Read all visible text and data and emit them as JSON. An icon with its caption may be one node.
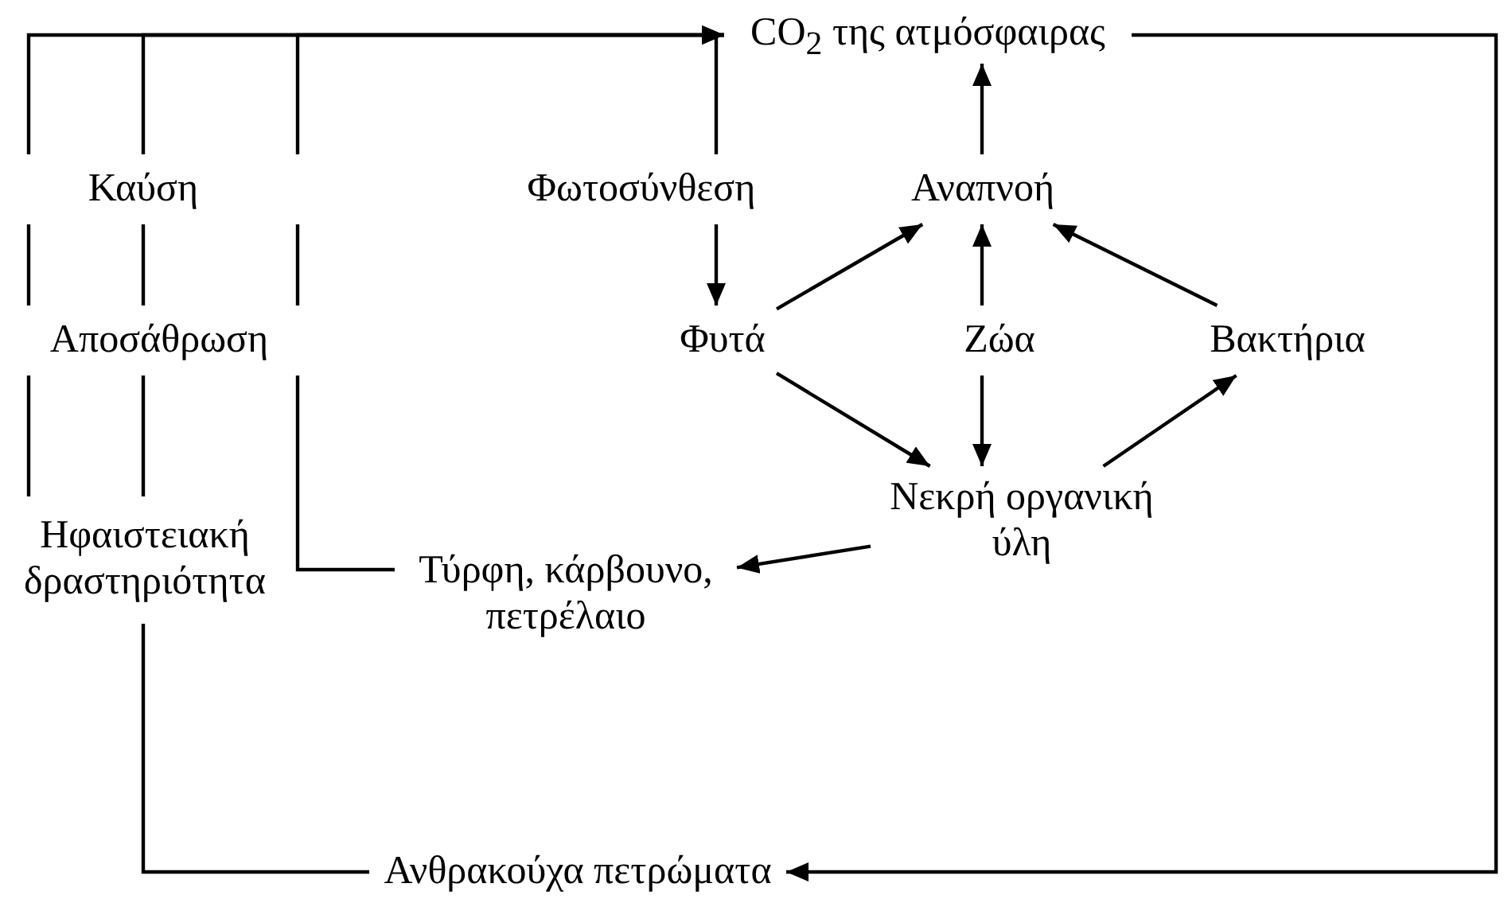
{
  "diagram": {
    "nodes": [
      {
        "text": [
          "CO$_{2}$ της ατμόσφαιρας"
        ]
      },
      {
        "text": [
          "Καύση"
        ]
      },
      {
        "text": [
          "Φωτοσύνθεση"
        ]
      },
      {
        "text": [
          "Αναπνοή"
        ]
      },
      {
        "text": [
          "Αποσάθρωση"
        ]
      },
      {
        "text": [
          "Φυτά"
        ]
      },
      {
        "text": [
          "Ζώα"
        ]
      },
      {
        "text": [
          "Βακτήρια"
        ]
      },
      {
        "text": [
          "Ηφαιστειακή δραστηριότητα"
        ]
      },
      {
        "text": [
          "Τύρφη, κάρβουνο, πετρέλαιο"
        ]
      },
      {
        "text": [
          "Νεκρή οργανική ύλη"
        ]
      },
      {
        "text": [
          "Ανθρακούχα πετρώματα"
        ]
      }
    ],
    "edges": [
      {
        "from": 8,
        "to": 4,
        "arrow": "none"
      },
      {
        "from": 4,
        "to": 1,
        "arrow": "none"
      },
      {
        "from": 1,
        "to": 0,
        "arrow": "to"
      },
      {
        "from": 8,
        "to": 4,
        "arrow": "none"
      },
      {
        "from": 4,
        "to": 1,
        "arrow": "none"
      },
      {
        "from": 1,
        "to": 0,
        "arrow": "to"
      },
      {
        "from": 9,
        "to": 4,
        "arrow": "none"
      },
      {
        "from": 4,
        "to": 1,
        "arrow": "none"
      },
      {
        "from": 1,
        "to": 0,
        "arrow": "to"
      },
      {
        "from": 0,
        "to": 2,
        "arrow": "none"
      },
      {
        "from": 2,
        "to": 5,
        "arrow": "to"
      },
      {
        "from": 5,
        "to": 3,
        "arrow": "to"
      },
      {
        "from": 6,
        "to": 3,
        "arrow": "to"
      },
      {
        "from": 7,
        "to": 3,
        "arrow": "to"
      },
      {
        "from": 3,
        "to": 0,
        "arrow": "to"
      },
      {
        "from": 5,
        "to": 10,
        "arrow": "to"
      },
      {
        "from": 6,
        "to": 10,
        "arrow": "to"
      },
      {
        "from": 10,
        "to": 7,
        "arrow": "to"
      },
      {
        "from": 10,
        "to": 9,
        "arrow": "to"
      },
      {
        "from": 0,
        "to": 11,
        "arrow": "to"
      },
      {
        "from": 11,
        "to": 8,
        "arrow": "none"
      }
    ]
  }
}
